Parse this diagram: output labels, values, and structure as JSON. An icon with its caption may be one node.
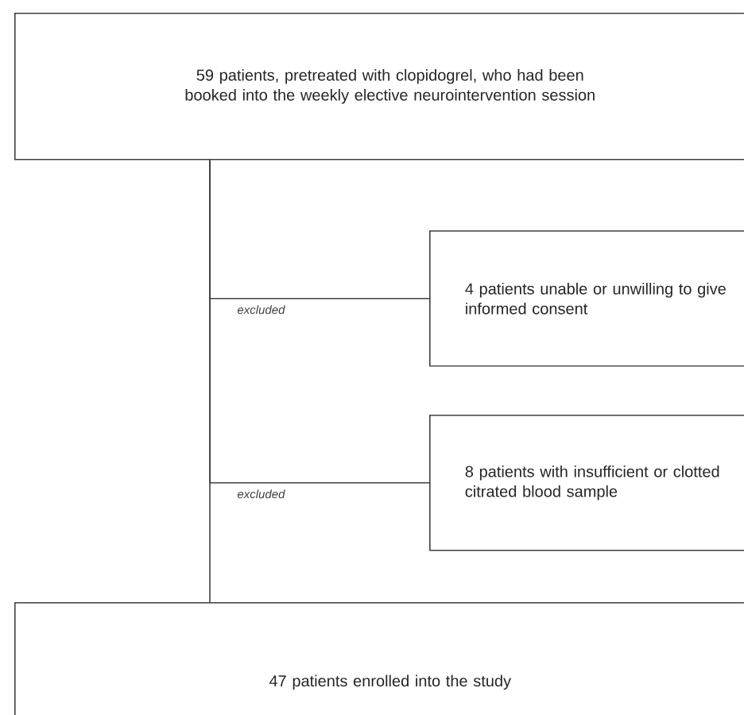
{
  "diagram": {
    "nodes": [
      {
        "text": [
          "59 patients, pretreated with clopidogrel, who had been booked into the weekly elective neurointervention session"
        ]
      },
      {
        "text": [
          "4 patients unable or unwilling to give informed consent"
        ]
      },
      {
        "text": [
          "8 patients with insufficient or clotted citrated blood sample"
        ]
      },
      {
        "text": [
          "47 patients enrolled into the study"
        ]
      }
    ],
    "edges": [
      {
        "from": 0,
        "to": 3,
        "arrow": "none"
      },
      {
        "from": 0,
        "to": 1,
        "arrow": "none",
        "label": "excluded"
      },
      {
        "from": 0,
        "to": 2,
        "arrow": "none",
        "label": "excluded"
      }
    ]
  }
}
